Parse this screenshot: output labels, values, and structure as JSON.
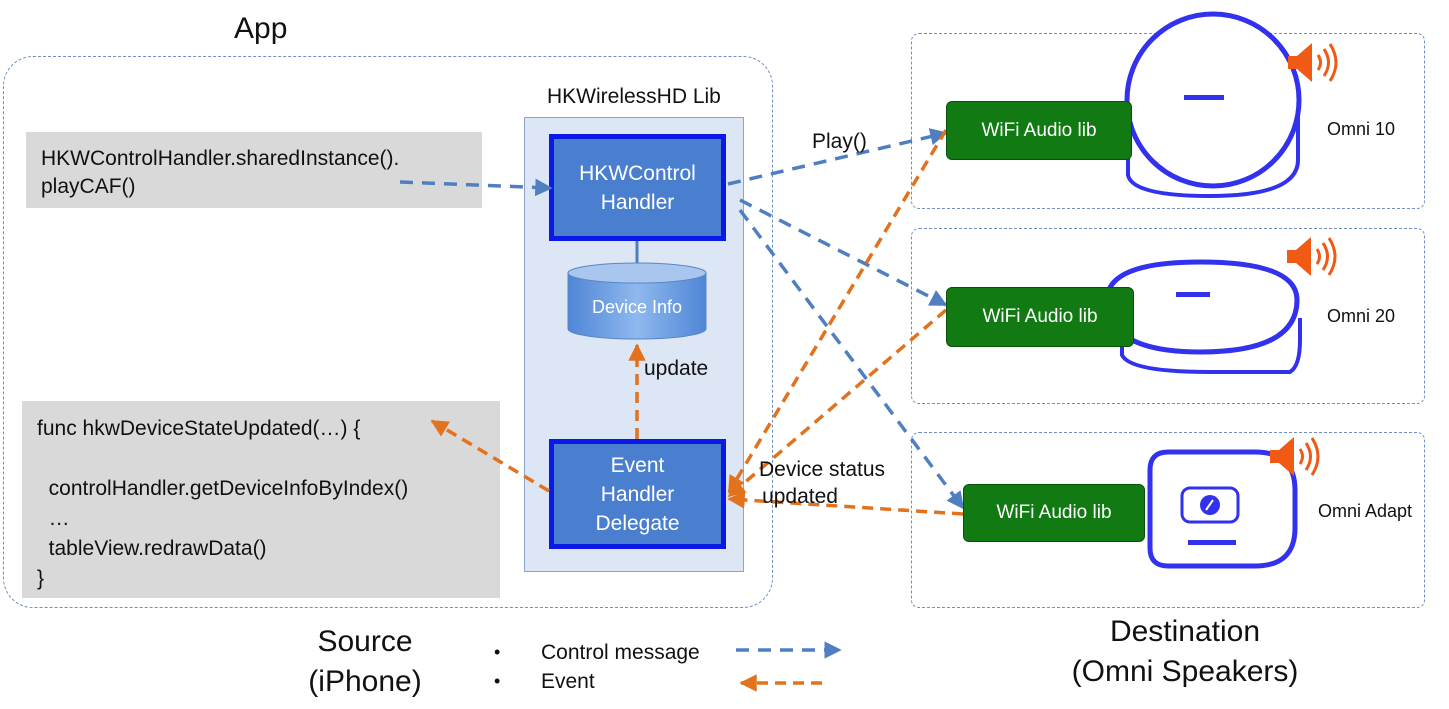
{
  "app_title": "App",
  "lib_title": "HKWirelessHD Lib",
  "code_top": {
    "lines": [
      "HKWControlHandler.sharedInstance().",
      "playCAF()"
    ]
  },
  "code_bottom": {
    "lines": [
      "func hkwDeviceStateUpdated(…) {",
      "",
      "  controlHandler.getDeviceInfoByIndex()",
      "  …",
      "  tableView.redrawData()",
      "}"
    ]
  },
  "control_handler": {
    "line1": "HKWControl",
    "line2": "Handler"
  },
  "device_info": "Device Info",
  "event_handler": {
    "line1": "Event",
    "line2": "Handler",
    "line3": "Delegate"
  },
  "update_label": "update",
  "play_label": "Play()",
  "device_status": {
    "line1": "Device status",
    "line2": "updated"
  },
  "speakers": [
    {
      "lib": "WiFi Audio lib",
      "name": "Omni 10"
    },
    {
      "lib": "WiFi Audio lib",
      "name": "Omni 20"
    },
    {
      "lib": "WiFi Audio lib",
      "name": "Omni Adapt"
    }
  ],
  "source_label": {
    "line1": "Source",
    "line2": "(iPhone)"
  },
  "destination_label": {
    "line1": "Destination",
    "line2": "(Omni Speakers)"
  },
  "legend": {
    "bullet": "•",
    "control": "Control message",
    "event": "Event"
  },
  "colors": {
    "control_arrow": "#4f7fc0",
    "event_arrow": "#e2721d",
    "box_blue": "#4a7fd0",
    "box_border": "#0b19e6",
    "lib_green": "#127a12",
    "speaker_icon": "#f05a14"
  },
  "icons": [
    "speaker-sound-icon",
    "omni-speaker-icon",
    "database-icon"
  ]
}
